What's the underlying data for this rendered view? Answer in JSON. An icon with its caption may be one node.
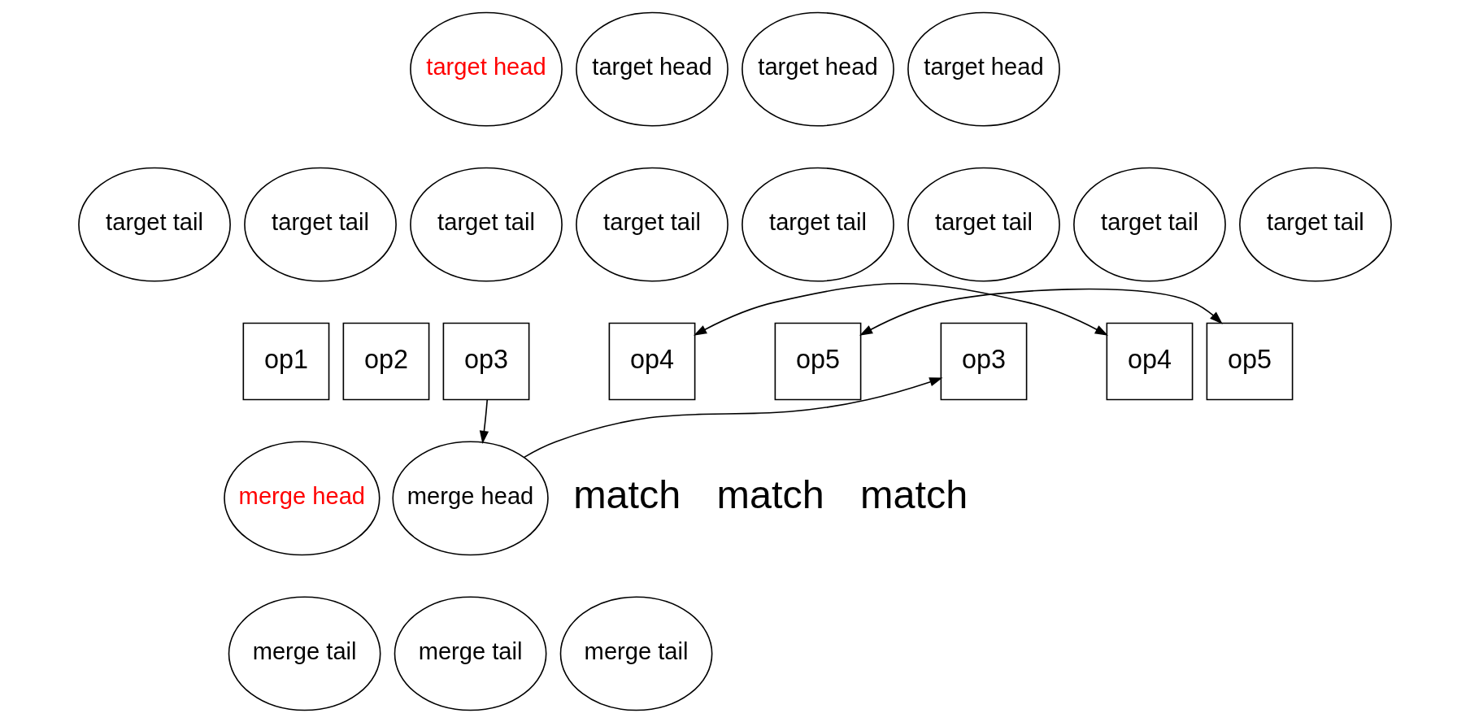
{
  "diagram": {
    "nodes": [
      {
        "text": [
          "target head"
        ]
      },
      {
        "text": [
          "target head"
        ]
      },
      {
        "text": [
          "target head"
        ]
      },
      {
        "text": [
          "target head"
        ]
      },
      {
        "text": [
          "target tail"
        ]
      },
      {
        "text": [
          "target tail"
        ]
      },
      {
        "text": [
          "target tail"
        ]
      },
      {
        "text": [
          "target tail"
        ]
      },
      {
        "text": [
          "target tail"
        ]
      },
      {
        "text": [
          "target tail"
        ]
      },
      {
        "text": [
          "target tail"
        ]
      },
      {
        "text": [
          "target tail"
        ]
      },
      {
        "text": [
          "op1"
        ]
      },
      {
        "text": [
          "op2"
        ]
      },
      {
        "text": [
          "op3"
        ]
      },
      {
        "text": [
          "op4"
        ]
      },
      {
        "text": [
          "op5"
        ]
      },
      {
        "text": [
          "op3"
        ]
      },
      {
        "text": [
          "op4"
        ]
      },
      {
        "text": [
          "op5"
        ]
      },
      {
        "text": [
          "merge head"
        ]
      },
      {
        "text": [
          "merge head"
        ]
      },
      {
        "text": [
          "merge tail"
        ]
      },
      {
        "text": [
          "merge tail"
        ]
      },
      {
        "text": [
          "merge tail"
        ]
      }
    ],
    "edges": [
      {
        "from": 14,
        "to": 21,
        "arrow": "to"
      },
      {
        "from": 21,
        "to": 17,
        "arrow": "to"
      },
      {
        "from": 15,
        "to": 18,
        "arrow": "both"
      },
      {
        "from": 16,
        "to": 19,
        "arrow": "both"
      }
    ],
    "labels": [
      "match",
      "match",
      "match"
    ]
  }
}
